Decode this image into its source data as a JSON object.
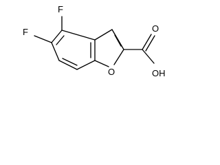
{
  "molecule": {
    "labels": {
      "f_top": "F",
      "f_left": "F",
      "ring_oxygen": "O",
      "carbonyl_oxygen": "O",
      "hydroxyl": "OH"
    }
  }
}
